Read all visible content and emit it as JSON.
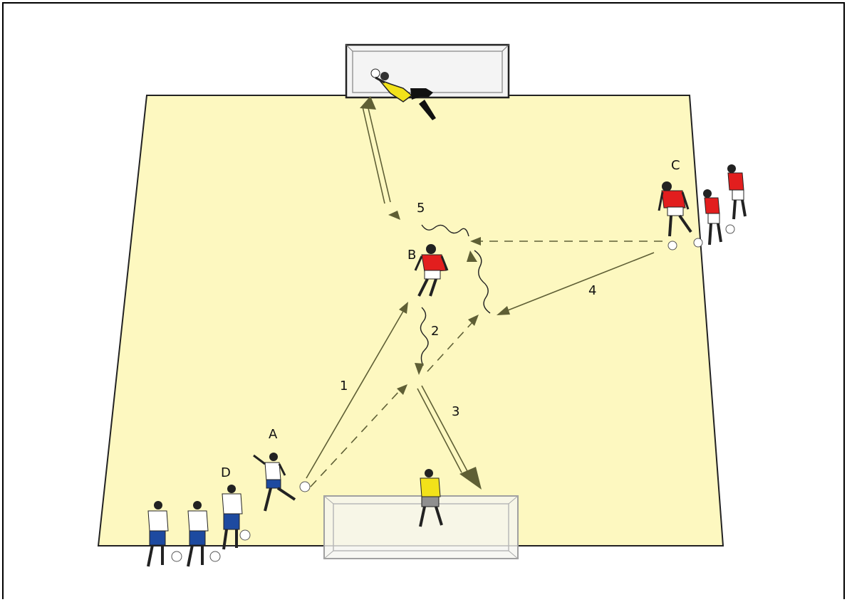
{
  "colors": {
    "pitch": "#fdf8c0",
    "pitch_line": "#222222",
    "arrow": "#5f5f35",
    "red_team": "#e21e1e",
    "white_team": "#ffffff",
    "blue_shorts": "#1d4aa0",
    "keeper": "#f2e21a"
  },
  "labels": {
    "player_a": "A",
    "player_b": "B",
    "player_c": "C",
    "player_d": "D"
  },
  "steps": {
    "s1": "1",
    "s2": "2",
    "s3": "3",
    "s4": "4",
    "s5": "5"
  }
}
